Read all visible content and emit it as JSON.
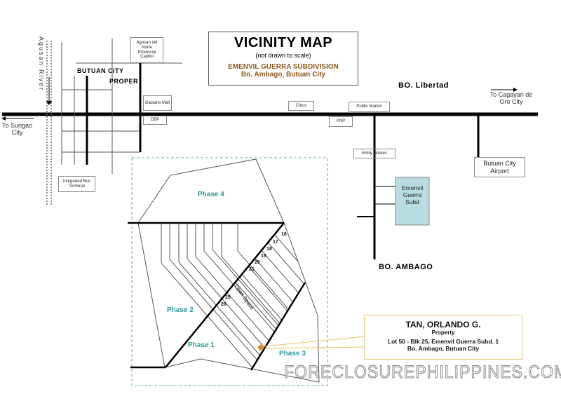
{
  "title": {
    "heading": "VICINITY MAP",
    "note": "(not drawn to scale)",
    "subdivision": "EMENVIL GUERRA SUBDIVISION",
    "location": "Bo. Ambago, Butuan City"
  },
  "labels": {
    "river": "Agusan   River",
    "city_line1": "BUTUAN CITY",
    "city_line2": "PROPER",
    "libertad": "BO. Libertad",
    "ambago": "BO. AMBAGO",
    "to_cagayan": "To  Cagayan de Oro City",
    "to_surigao": "To Surigao City",
    "open_space": "Open Space"
  },
  "landmarks": {
    "capitol": "Agusan del Norte Provincial Capitol",
    "gaisano": "Gaisano Mall",
    "dbp": "DBP",
    "bus_terminal": "Integrated Bus Terminal",
    "citrus": "Citrus",
    "public_market": "Public Market",
    "pnp": "PNP",
    "emily_homes": "Emily Homes",
    "airport": "Butuan City Airport",
    "subd": "Emenvil Guerra Subd"
  },
  "phases": [
    "Phase 1",
    "Phase 2",
    "Phase 3",
    "Phase 4"
  ],
  "lots": [
    "16",
    "17",
    "18",
    "19",
    "20",
    "21",
    "25",
    "26"
  ],
  "property": {
    "owner": "TAN, ORLANDO G.",
    "type": "Property",
    "lot": "Lot 50 - Blk 25, Emenvil Guerra Subd. 1",
    "address": "Bo. Ambago, Butuan City"
  },
  "watermark": "FORECLOSUREPHILIPPINES.COM",
  "colors": {
    "accent_teal": "#2a9a9a",
    "subd_fill": "#b7dde0",
    "title_brown": "#8a5a1a",
    "property_border": "#e8c878",
    "marker": "#e08a30"
  }
}
